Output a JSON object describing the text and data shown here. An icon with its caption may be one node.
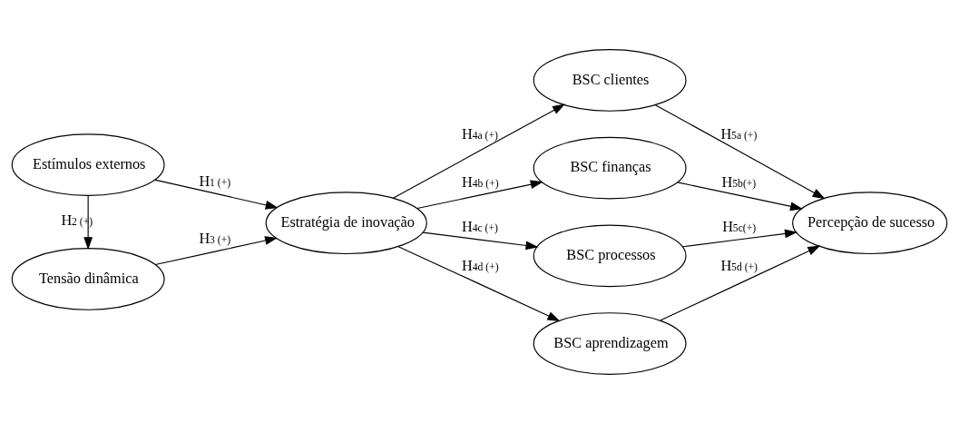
{
  "diagram": {
    "nodes": [
      {
        "text": [
          "Estímulos externos"
        ]
      },
      {
        "text": [
          "Tensão dinâmica"
        ]
      },
      {
        "text": [
          "Estratégia de inovação"
        ]
      },
      {
        "text": [
          "BSC clientes"
        ]
      },
      {
        "text": [
          "BSC finanças"
        ]
      },
      {
        "text": [
          "BSC processos"
        ]
      },
      {
        "text": [
          "BSC aprendizagem"
        ]
      },
      {
        "text": [
          "Percepção de sucesso"
        ]
      }
    ],
    "edges": [
      {
        "from": 0,
        "to": 2,
        "arrow": "to",
        "label": "H$_{1 (+)}$"
      },
      {
        "from": 0,
        "to": 1,
        "arrow": "to",
        "label": "H$_{2 (+)}$"
      },
      {
        "from": 1,
        "to": 2,
        "arrow": "to",
        "label": "H$_{3 (+)}$"
      },
      {
        "from": 2,
        "to": 3,
        "arrow": "to",
        "label": "H$_{4a (+)}$"
      },
      {
        "from": 2,
        "to": 4,
        "arrow": "to",
        "label": "H$_{4b (+)}$"
      },
      {
        "from": 2,
        "to": 5,
        "arrow": "to",
        "label": "H$_{4c (+)}$"
      },
      {
        "from": 2,
        "to": 6,
        "arrow": "to",
        "label": "H$_{4d (+)}$"
      },
      {
        "from": 3,
        "to": 7,
        "arrow": "to",
        "label": "H$_{5a (+)}$"
      },
      {
        "from": 4,
        "to": 7,
        "arrow": "to",
        "label": "H$_{5b(+)}$"
      },
      {
        "from": 5,
        "to": 7,
        "arrow": "to",
        "label": "H$_{5c(+)}$"
      },
      {
        "from": 6,
        "to": 7,
        "arrow": "to",
        "label": "H$_{5d (+)}$"
      }
    ]
  }
}
